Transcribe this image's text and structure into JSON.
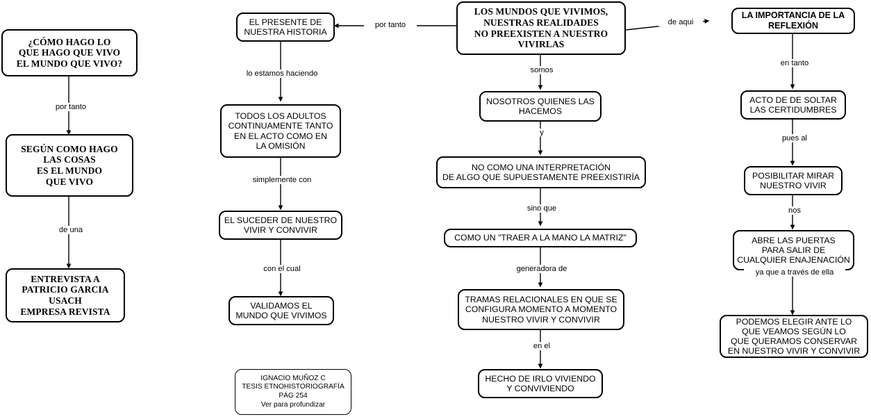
{
  "diagram": {
    "title": "Mapa conceptual - Los mundos que vivimos",
    "ink_color": "#000000",
    "background_color": "#ffffff",
    "columns": [
      {
        "id": "col-left",
        "nodes": [
          {
            "id": "n1",
            "text": "¿CÓMO HAGO LO\nQUE HAGO QUE VIVO\nEL MUNDO QUE VIVO?"
          },
          {
            "id": "n2",
            "text": "SEGÚN COMO HAGO\nLAS COSAS\nES EL MUNDO\nQUE VIVO"
          },
          {
            "id": "n3",
            "text": "ENTREVISTA A\nPATRICIO GARCIA\nUSACH\nEMPRESA REVISTA"
          }
        ],
        "links": [
          {
            "id": "l1",
            "label": "por  tanto"
          },
          {
            "id": "l2",
            "label": "de una"
          }
        ]
      },
      {
        "id": "col-two",
        "nodes": [
          {
            "id": "n4",
            "text": "EL PRESENTE DE\nNUESTRA HISTORIA"
          },
          {
            "id": "n5",
            "text": "TODOS LOS ADULTOS\nCONTINUAMENTE TANTO\nEN EL ACTO COMO EN\nLA OMISIÓN"
          },
          {
            "id": "n6",
            "text": "EL SUCEDER DE NUESTRO\nVIVIR Y CONVIVIR"
          },
          {
            "id": "n7",
            "text": "VALIDAMOS EL\nMUNDO QUE VIVIMOS"
          },
          {
            "id": "n8",
            "text": "IGNACIO MUÑOZ C\nTESIS ETNOHISTORIOGRAFÍA\nPÁG 254\nVer para profundizar"
          }
        ],
        "links": [
          {
            "id": "l3",
            "label": "lo estamos haciendo"
          },
          {
            "id": "l4",
            "label": "simplemente con"
          },
          {
            "id": "l5",
            "label": "con el cual"
          }
        ]
      },
      {
        "id": "col-center",
        "nodes": [
          {
            "id": "n9",
            "text": "LOS MUNDOS QUE VIVIMOS,\nNUESTRAS REALIDADES\nNO PREEXISTEN A NUESTRO\nVIVIRLAS"
          },
          {
            "id": "n10",
            "text": "NOSOTROS QUIENES LAS\nHACEMOS"
          },
          {
            "id": "n11",
            "text": "NO COMO UNA INTERPRETACIÓN\nDE ALGO QUE SUPUESTAMENTE PREEXISTIRÍA"
          },
          {
            "id": "n12",
            "text": "COMO UN \"TRAER A LA MANO LA MATRIZ\""
          },
          {
            "id": "n13",
            "text": "TRAMAS RELACIONALES EN QUE SE\nCONFIGURA MOMENTO A MOMENTO\nNUESTRO VIVIR Y CONVIVIR"
          },
          {
            "id": "n14",
            "text": "HECHO DE IRLO VIVIENDO\nY CONVIVIENDO"
          }
        ],
        "links": [
          {
            "id": "l6",
            "label": "somos"
          },
          {
            "id": "l7",
            "label": "y"
          },
          {
            "id": "l8",
            "label": "sino que"
          },
          {
            "id": "l9",
            "label": "generadora de"
          },
          {
            "id": "l10",
            "label": "en el"
          }
        ]
      },
      {
        "id": "col-right",
        "nodes": [
          {
            "id": "n15",
            "text": "LA IMPORTANCIA DE LA\nREFLEXIÓN"
          },
          {
            "id": "n16",
            "text": "ACTO DE DE SOLTAR\nLAS CERTIDUMBRES"
          },
          {
            "id": "n17",
            "text": "POSIBILITAR MIRAR\nNUESTRO VIVIR"
          },
          {
            "id": "n18",
            "text": "ABRE LAS PUERTAS\nPARA SALIR DE\nCUALQUIER ENAJENACIÓN"
          },
          {
            "id": "n19",
            "text": "PODEMOS ELEGIR ANTE LO\nQUE VEAMOS SEGÚN LO\nQUE QUERAMOS CONSERVAR\nEN NUESTRO VIVIR Y CONVIVIR"
          }
        ],
        "links": [
          {
            "id": "l11",
            "label": "en tanto"
          },
          {
            "id": "l12",
            "label": "pues al"
          },
          {
            "id": "l13",
            "label": "nos"
          },
          {
            "id": "l14",
            "label": "ya que a través de ella"
          }
        ]
      }
    ],
    "cross_links": [
      {
        "id": "lx1",
        "label": "por tanto",
        "from": "n9",
        "to": "n4"
      },
      {
        "id": "lx2",
        "label": "de aqui",
        "from": "n9",
        "to": "n15"
      }
    ]
  }
}
